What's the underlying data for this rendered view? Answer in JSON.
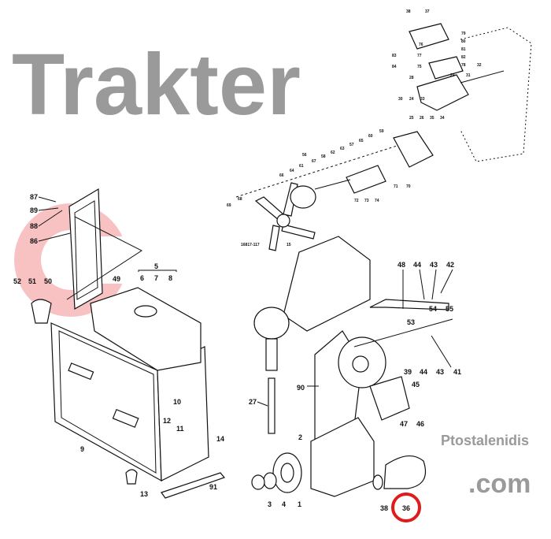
{
  "watermark": {
    "brand": "Trakter",
    "suffix": ".com",
    "sub": "Ptostalenidis",
    "logo_color": "#f07878",
    "text_color": "#9a9a9a"
  },
  "highlight": {
    "part": "36",
    "color": "#e01b1b"
  },
  "callouts": {
    "radiator": [
      "87",
      "89",
      "88",
      "86",
      "52",
      "51",
      "50",
      "49",
      "6",
      "5",
      "7",
      "8",
      "10",
      "12",
      "11",
      "14",
      "9",
      "13",
      "91"
    ],
    "engine": [
      "48",
      "44",
      "43",
      "42",
      "54",
      "55",
      "53",
      "39",
      "44",
      "43",
      "41",
      "90",
      "45",
      "47",
      "46",
      "27",
      "2",
      "3",
      "4",
      "1",
      "38",
      "36"
    ],
    "fan": [
      "69",
      "68",
      "16817-117",
      "15",
      "66",
      "64",
      "61",
      "56",
      "67",
      "58",
      "62",
      "63",
      "57",
      "65",
      "60",
      "59",
      "72",
      "73",
      "74",
      "71",
      "70"
    ],
    "thermostat": [
      "38",
      "37",
      "79",
      "76",
      "80",
      "81",
      "77",
      "82",
      "78",
      "83",
      "84",
      "75",
      "28",
      "29",
      "31",
      "32",
      "30",
      "24",
      "33",
      "25",
      "26",
      "35",
      "34"
    ]
  }
}
